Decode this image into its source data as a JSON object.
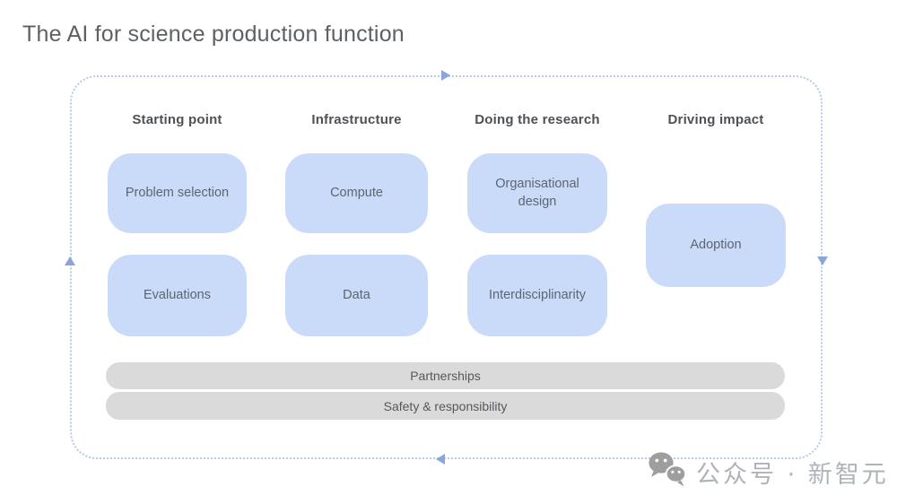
{
  "title": "The AI for science production function",
  "diagram": {
    "columns": [
      {
        "label": "Starting point",
        "boxes": [
          "Problem selection",
          "Evaluations"
        ]
      },
      {
        "label": "Infrastructure",
        "boxes": [
          "Compute",
          "Data"
        ]
      },
      {
        "label": "Doing the research",
        "boxes": [
          "Organisational design",
          "Interdisciplinarity"
        ]
      },
      {
        "label": "Driving impact",
        "boxes": [
          "Adoption"
        ]
      }
    ],
    "bars": [
      "Partnerships",
      "Safety & responsibility"
    ],
    "flow_arrows": [
      "right (top edge)",
      "down (right edge)",
      "left (bottom edge)",
      "up (left edge)"
    ]
  },
  "watermark": {
    "icon": "wechat-icon",
    "text": "公众号 · 新智元"
  },
  "colors": {
    "box_fill": "#c9dbf8",
    "box_text": "#5b6673",
    "bar_fill": "#dadada",
    "frame_border": "#b7c8e8",
    "arrow": "#8aa5dc",
    "heading_text": "#4d5156",
    "title_text": "#5d6166",
    "watermark_text": "#aeb3b9"
  }
}
